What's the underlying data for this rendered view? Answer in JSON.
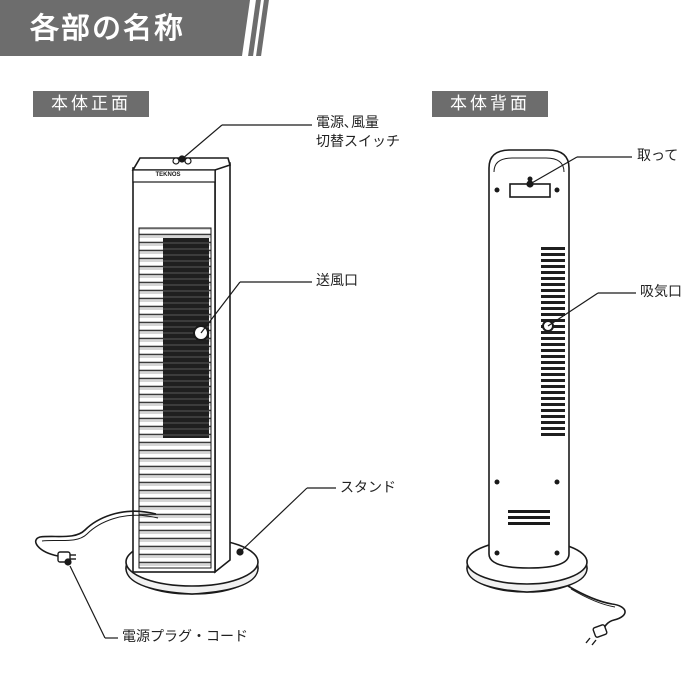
{
  "header": {
    "title": "各部の名称"
  },
  "front_view": {
    "badge": "本体正面",
    "brand": "TEKNOS",
    "labels": {
      "switch_line1": "電源､風量",
      "switch_line2": "切替スイッチ",
      "outlet": "送風口",
      "stand": "スタンド",
      "plug": "電源プラグ・コード"
    }
  },
  "back_view": {
    "badge": "本体背面",
    "labels": {
      "handle": "取って",
      "intake": "吸気口"
    }
  },
  "colors": {
    "badge_gray": "#6d6d6d",
    "line": "#1a1a1a",
    "grille_dark": "#1f1f1f"
  }
}
